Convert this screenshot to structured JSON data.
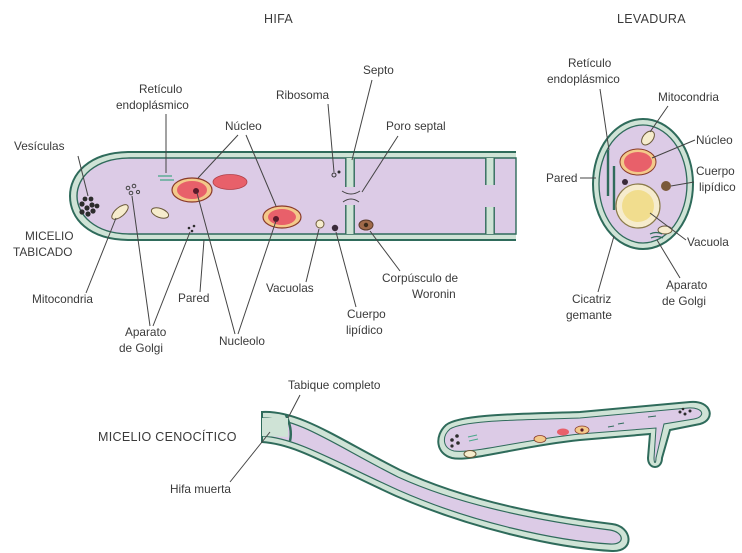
{
  "titles": {
    "hifa": "HIFA",
    "levadura": "LEVADURA",
    "micelio_cenocitico": "MICELIO CENOCÍTICO"
  },
  "hifa_labels": {
    "vesiculas": "Vesículas",
    "reticulo_1": "Retículo",
    "reticulo_2": "endoplásmico",
    "nucleo": "Núcleo",
    "ribosoma": "Ribosoma",
    "septo": "Septo",
    "poro_septal": "Poro septal",
    "micelio_1": "MICELIO",
    "micelio_2": "TABICADO",
    "mitocondria": "Mitocondria",
    "aparato_1": "Aparato",
    "aparato_2": "de Golgi",
    "pared": "Pared",
    "nucleolo": "Nucleolo",
    "vacuolas": "Vacuolas",
    "cuerpo_1": "Cuerpo",
    "cuerpo_2": "lipídico",
    "woronin_1": "Corpúsculo de",
    "woronin_2": "Woronin"
  },
  "levadura_labels": {
    "reticulo_1": "Retículo",
    "reticulo_2": "endoplásmico",
    "mitocondria": "Mitocondria",
    "nucleo": "Núcleo",
    "pared": "Pared",
    "cuerpo_1": "Cuerpo",
    "cuerpo_2": "lipídico",
    "vacuola": "Vacuola",
    "aparato_1": "Aparato",
    "aparato_2": "de Golgi",
    "cicatriz_1": "Cicatriz",
    "cicatriz_2": "gemante"
  },
  "cenocitico_labels": {
    "tabique": "Tabique completo",
    "hifa_muerta": "Hifa muerta"
  },
  "colors": {
    "cytoplasm": "#dccbe6",
    "wall": "#2f6b5b",
    "wall_fill": "#cfe3d6",
    "nucleus": "#e8606a",
    "nucleus_ring": "#f3c98a",
    "lipid": "#f1dd8e",
    "dark": "#3a2a3a"
  }
}
